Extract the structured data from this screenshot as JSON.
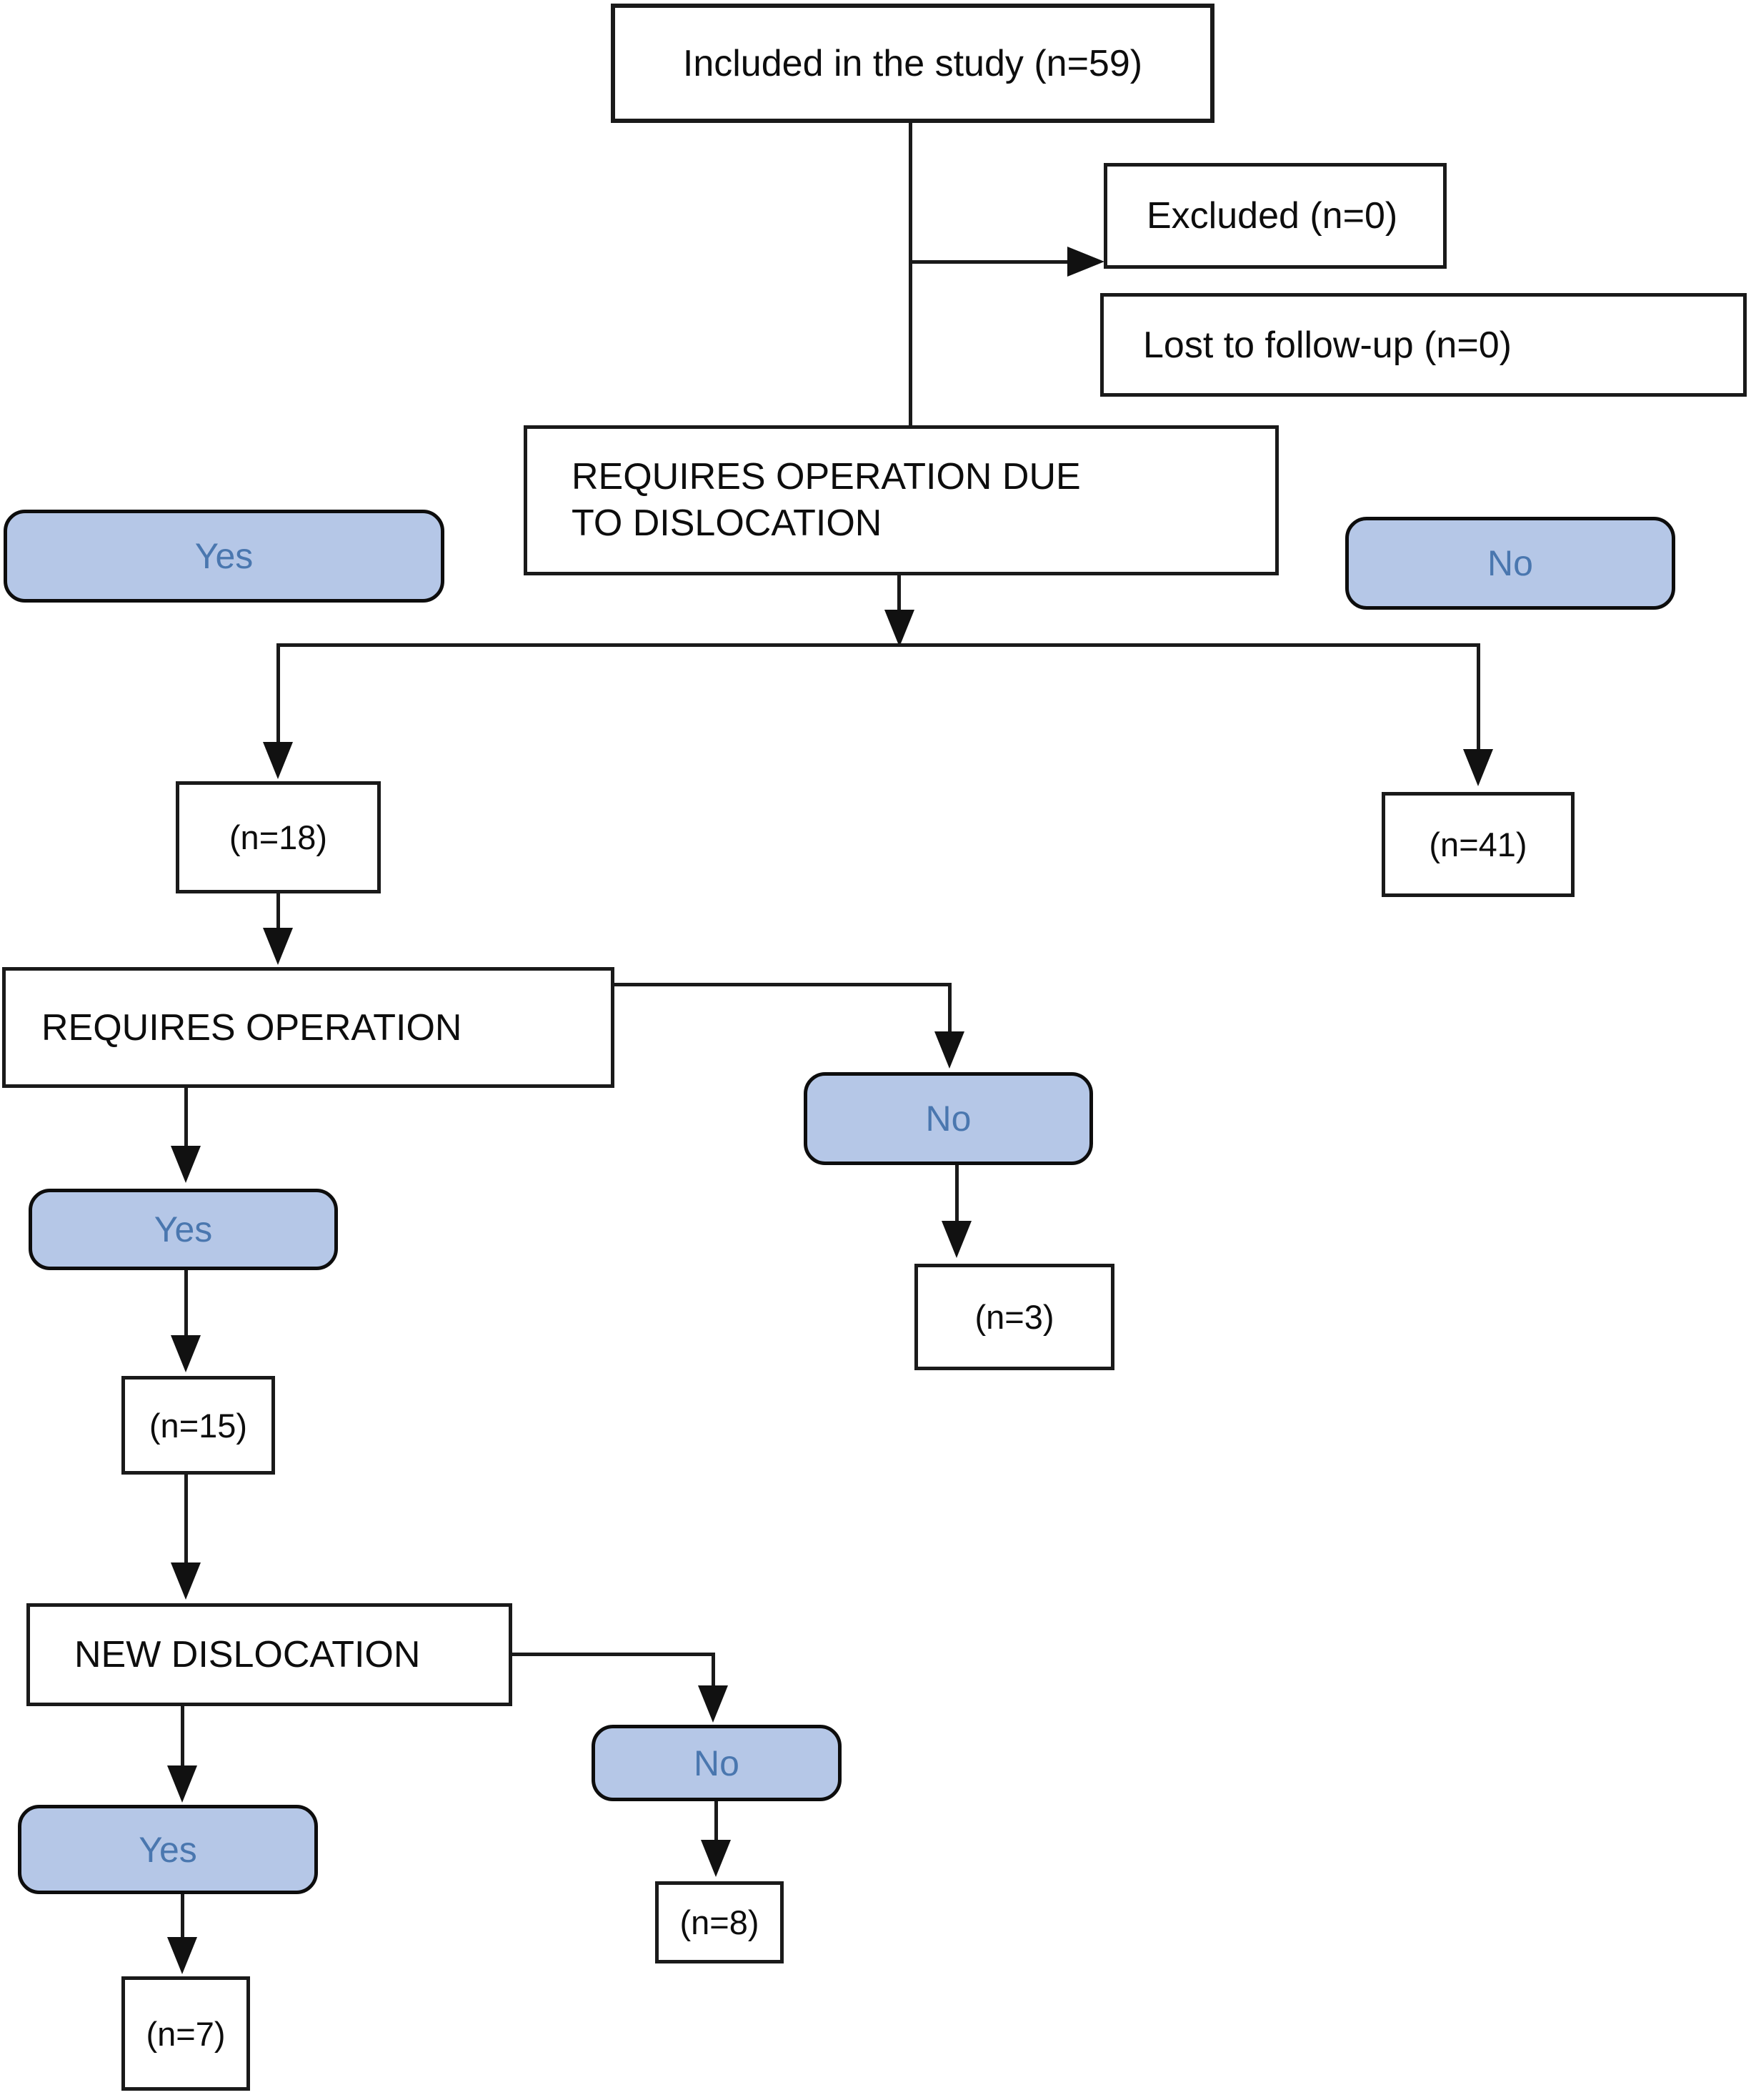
{
  "diagram_type": "study-flowchart",
  "colors": {
    "process_fill": "#ffffff",
    "process_border": "#1a1a1a",
    "decision_fill": "#b5c7e7",
    "decision_border": "#0d0d0d",
    "decision_text": "#4a77af",
    "connector": "#1a1a1a"
  },
  "nodes": {
    "included": "Included in the study (n=59)",
    "excluded": "Excluded (n=0)",
    "lost": "Lost to follow-up (n=0)",
    "requires_op_dislocation": "REQUIRES OPERATION DUE TO DISLOCATION",
    "yes1": "Yes",
    "no1": "No",
    "n18": "(n=18)",
    "n41": "(n=41)",
    "requires_operation": "REQUIRES OPERATION",
    "yes2": "Yes",
    "no2": "No",
    "n15": "(n=15)",
    "n3": "(n=3)",
    "new_dislocation": "NEW DISLOCATION",
    "yes3": "Yes",
    "no3": "No",
    "n7": "(n=7)",
    "n8": "(n=8)"
  },
  "edges": [
    {
      "from": "included",
      "to": "excluded"
    },
    {
      "from": "included",
      "to": "requires_op_dislocation"
    },
    {
      "from": "requires_op_dislocation",
      "to": "n18",
      "branch": "yes"
    },
    {
      "from": "requires_op_dislocation",
      "to": "n41",
      "branch": "no"
    },
    {
      "from": "n18",
      "to": "requires_operation"
    },
    {
      "from": "requires_operation",
      "to": "yes2",
      "branch": "yes"
    },
    {
      "from": "requires_operation",
      "to": "no2",
      "branch": "no"
    },
    {
      "from": "no2",
      "to": "n3"
    },
    {
      "from": "yes2",
      "to": "n15"
    },
    {
      "from": "n15",
      "to": "new_dislocation"
    },
    {
      "from": "new_dislocation",
      "to": "yes3",
      "branch": "yes"
    },
    {
      "from": "new_dislocation",
      "to": "no3",
      "branch": "no"
    },
    {
      "from": "yes3",
      "to": "n7"
    },
    {
      "from": "no3",
      "to": "n8"
    }
  ]
}
